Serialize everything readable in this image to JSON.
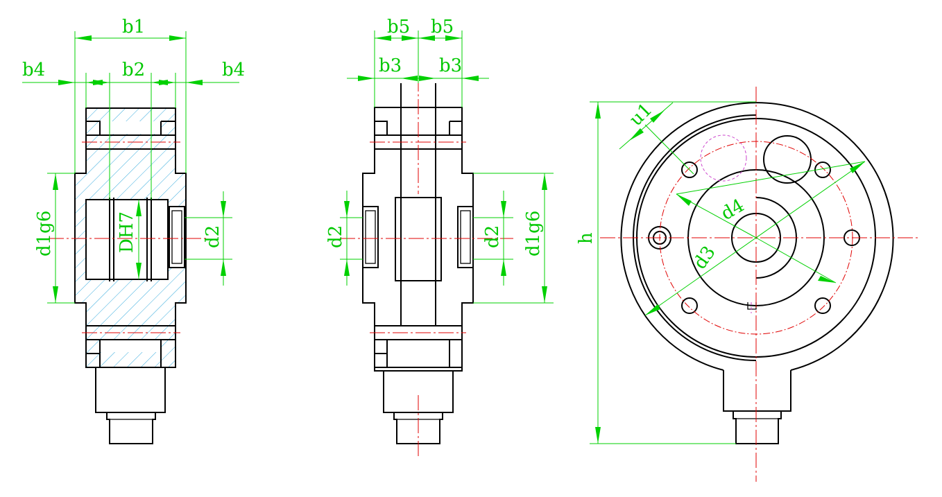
{
  "colors": {
    "outline": "#000000",
    "centerline": "#e00000",
    "dimension": "#00d000",
    "hatch": "#33aadd",
    "hidden": "#cc44cc"
  },
  "views": {
    "section": {
      "labels": {
        "b1": "b1",
        "b2": "b2",
        "b4_left": "b4",
        "b4_right": "b4",
        "d1g6": "d1g6",
        "dh7": "DH7",
        "d2": "d2"
      }
    },
    "side": {
      "labels": {
        "b5_left": "b5",
        "b5_right": "b5",
        "b3_left": "b3",
        "b3_right": "b3",
        "d2_left": "d2",
        "d2_right": "d2",
        "d1g6": "d1g6"
      }
    },
    "front": {
      "labels": {
        "h": "h",
        "u1": "u1",
        "d4": "d4",
        "d3": "d3"
      }
    }
  }
}
